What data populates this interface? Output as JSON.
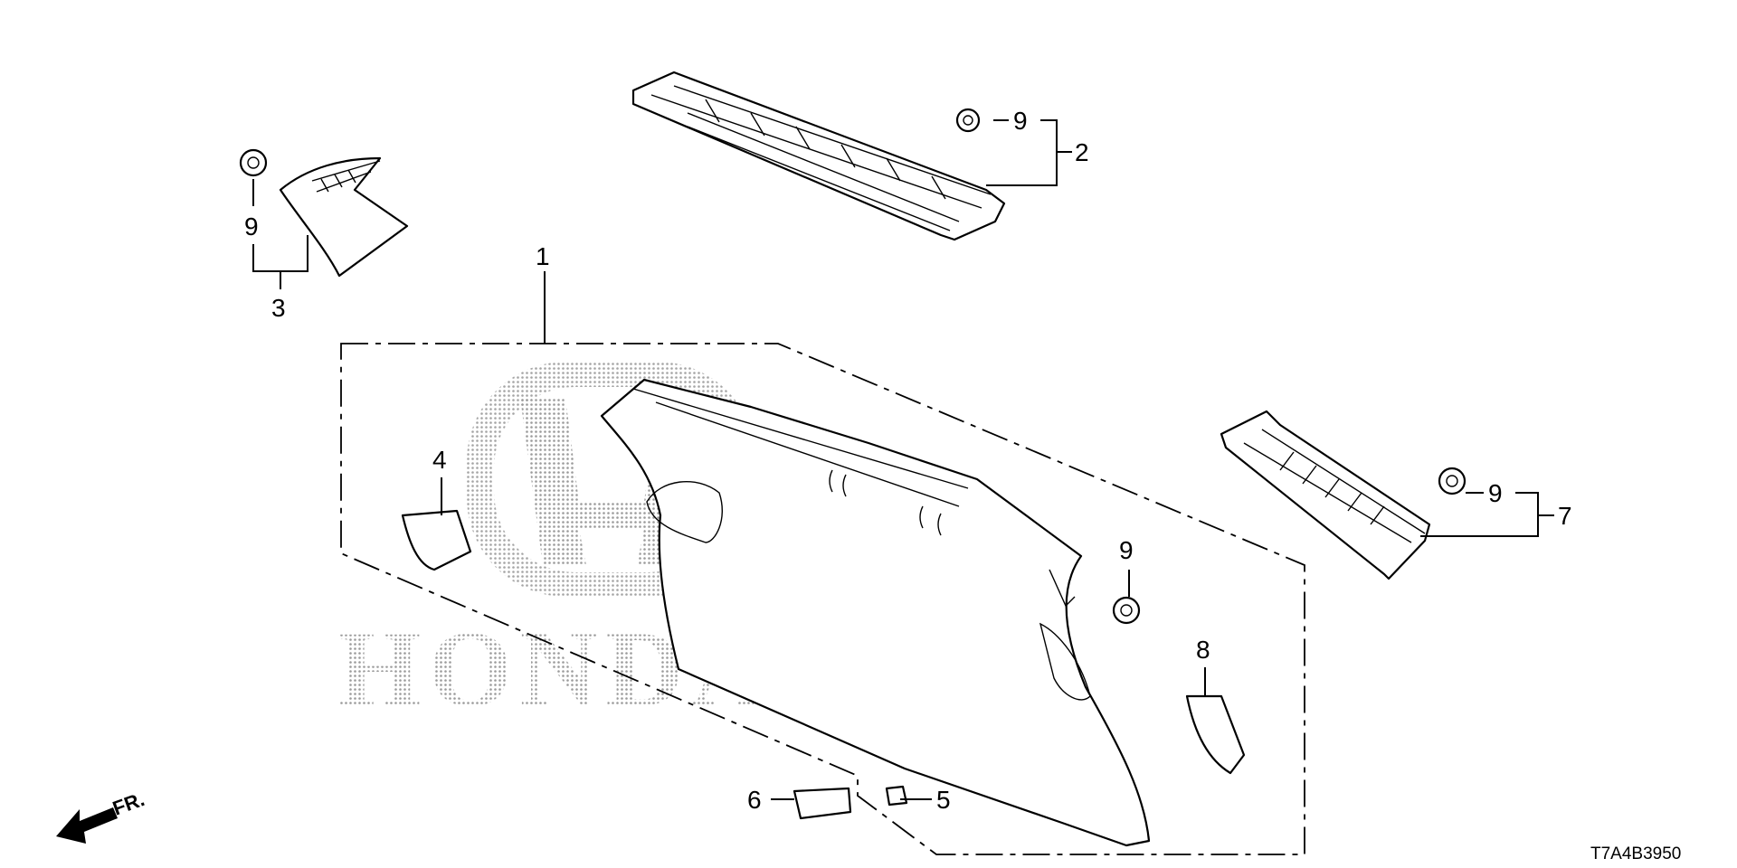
{
  "diagram_code": "T7A4B3950",
  "watermark": {
    "brand": "HONDA",
    "logo_letter": "H"
  },
  "direction_label": "FR.",
  "callouts": {
    "c1": "1",
    "c2": "2",
    "c3": "3",
    "c4": "4",
    "c5": "5",
    "c6": "6",
    "c7": "7",
    "c8": "8",
    "c9a": "9",
    "c9b": "9",
    "c9c": "9",
    "c9d": "9"
  }
}
